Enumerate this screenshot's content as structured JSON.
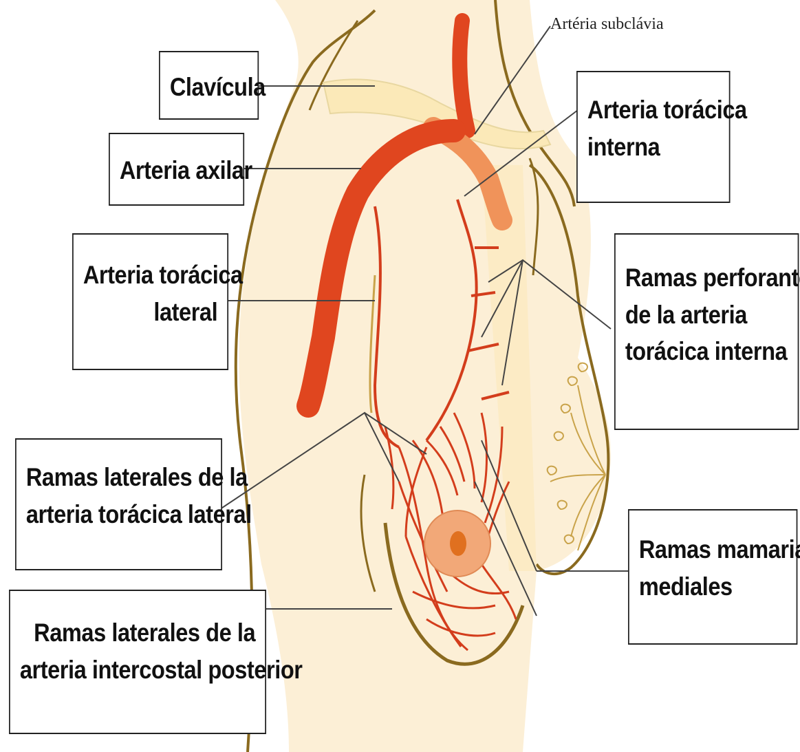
{
  "labels": {
    "subclavia": "Artéria subclávia",
    "clavicula": "Clavícula",
    "axilar": "Arteria axilar",
    "toracica_interna": [
      "Arteria torácica",
      "interna"
    ],
    "toracica_lateral": [
      "Arteria torácica",
      "lateral"
    ],
    "ramas_perforantes": [
      "Ramas perforantes",
      "de la arteria",
      "torácica interna"
    ],
    "ramas_laterales_toracica": [
      "Ramas laterales de la",
      "arteria torácica lateral"
    ],
    "ramas_mamarias": [
      "Ramas mamarias",
      "mediales"
    ],
    "ramas_laterales_intercostal": [
      "Ramas laterales de la",
      "arteria intercostal posterior"
    ]
  },
  "colors": {
    "skin": "#fcefd6",
    "outline": "#8a6a1f",
    "artery": "#e0461f",
    "artery_dark": "#c9361a",
    "areola": "#f2a878",
    "nipple": "#e0701f",
    "clavicle": "#fbe9b8",
    "leader": "#444444"
  }
}
